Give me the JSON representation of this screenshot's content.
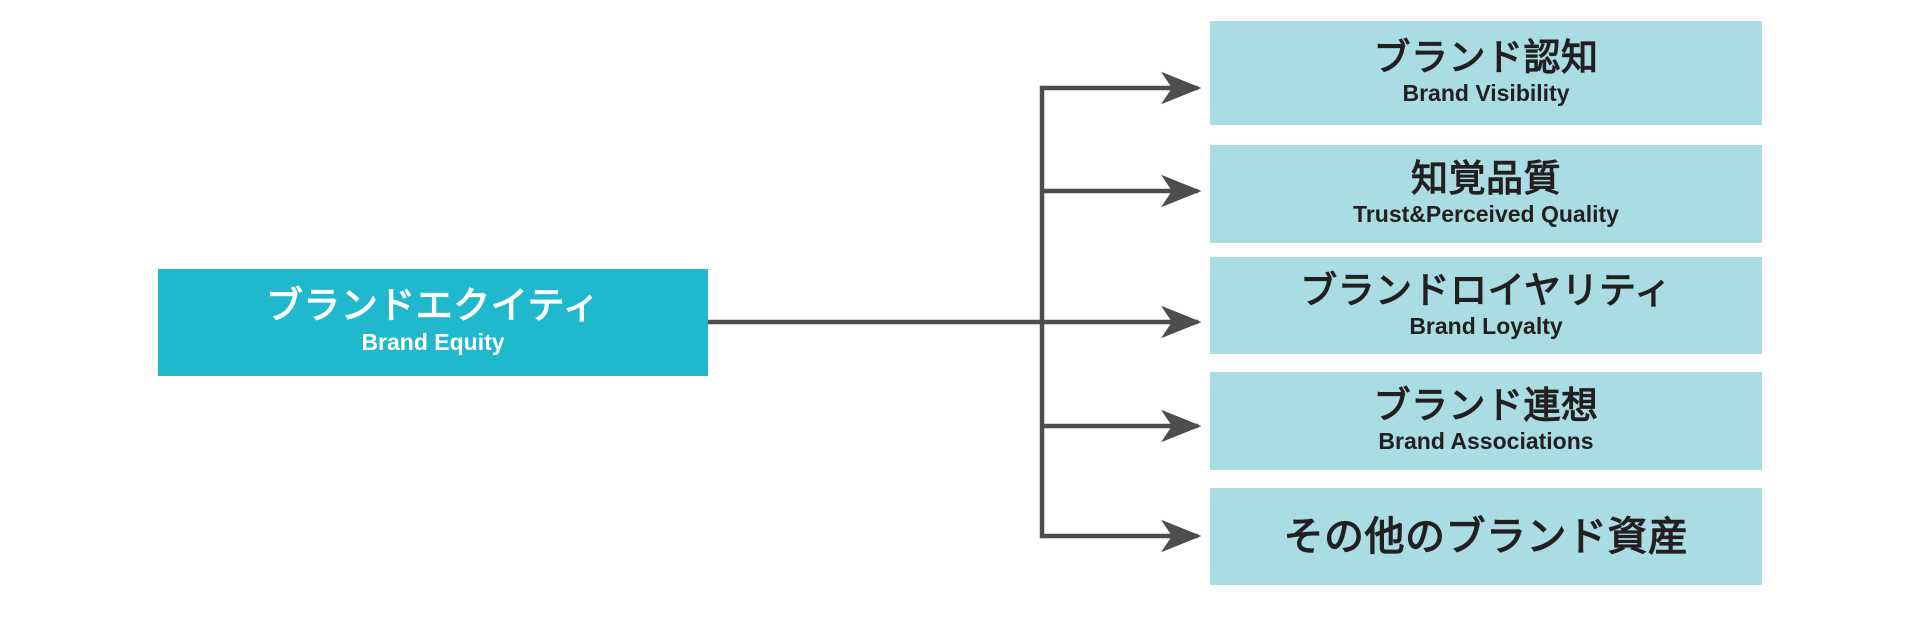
{
  "diagram": {
    "title": "Brand Equity components",
    "type": "tree-diagram",
    "colors": {
      "root_fill": "#1FB8CD",
      "root_text": "#FFFFFF",
      "leaf_fill": "#A9DCE3",
      "leaf_text": "#231F20",
      "connector": "#4D4D4D",
      "background": "#FFFFFF"
    },
    "root": {
      "jp": "ブランドエクイティ",
      "en": "Brand Equity"
    },
    "branches": [
      {
        "jp": "ブランド認知",
        "en": "Brand Visibility"
      },
      {
        "jp": "知覚品質",
        "en": "Trust&Perceived Quality"
      },
      {
        "jp": "ブランドロイヤリティ",
        "en": "Brand Loyalty"
      },
      {
        "jp": "ブランド連想",
        "en": "Brand Associations"
      },
      {
        "jp": "その他のブランド資産",
        "en": ""
      }
    ]
  }
}
